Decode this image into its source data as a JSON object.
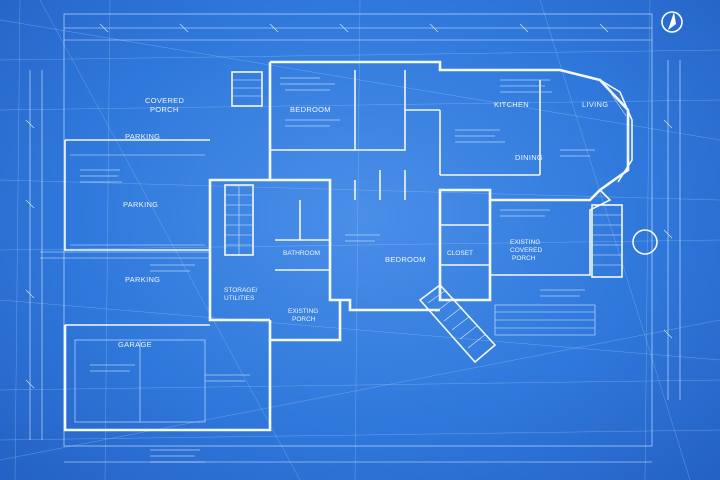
{
  "plan": {
    "rooms": {
      "covered_porch": [
        "COVERED",
        "PORCH"
      ],
      "parking_1": "PARKING",
      "parking_2": "PARKING",
      "parking_3": "PARKING",
      "garage": "GARAGE",
      "bedroom_1": "BEDROOM",
      "bedroom_2": "BEDROOM",
      "kitchen": "KITCHEN",
      "living": "LIVING",
      "dining": "DINING",
      "closet": "CLOSET",
      "bathroom": "BATHROOM",
      "storage": [
        "STORAGE/",
        "UTILITIES"
      ],
      "existing_porch": [
        "EXISTING",
        "PORCH"
      ],
      "existing_covered_porch": [
        "EXISTING",
        "COVERED",
        "PORCH"
      ]
    }
  }
}
